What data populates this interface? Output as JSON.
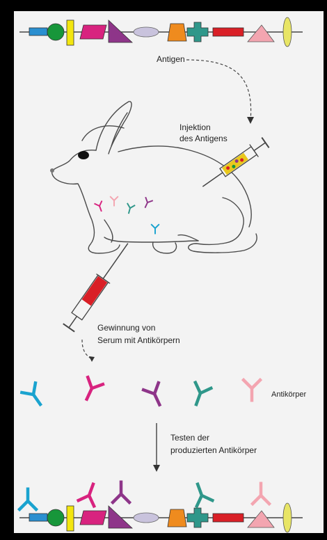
{
  "labels": {
    "antigen": "Antigen",
    "injection_line1": "Injektion",
    "injection_line2": "des Antigens",
    "harvest_line1": "Gewinnung von",
    "harvest_line2": "Serum mit Antikörpern",
    "antibodies": "Antikörper",
    "testing_line1": "Testen der",
    "testing_line2": "produzierten Antikörper"
  },
  "colors": {
    "background": "#f3f3f3",
    "frame": "#000000",
    "blue": "#2a8fd0",
    "green": "#17963a",
    "yellow": "#f3e60f",
    "magenta": "#d8237f",
    "purple": "#8e3589",
    "lavender": "#c9c3dd",
    "orange": "#ef8b1e",
    "teal": "#2f978a",
    "red": "#d91f26",
    "pink": "#f3a5b0",
    "lime": "#e8e565",
    "cyan": "#1aa3cf"
  },
  "antigen_shapes": [
    "blue-rect",
    "green-circle",
    "yellow-rect",
    "magenta-parallelogram",
    "purple-triangle",
    "lavender-ellipse",
    "orange-trapezoid",
    "teal-cross",
    "red-rect",
    "pink-triangle",
    "lime-ellipse"
  ],
  "antibody_colors": [
    "cyan",
    "magenta",
    "purple",
    "teal",
    "pink"
  ]
}
